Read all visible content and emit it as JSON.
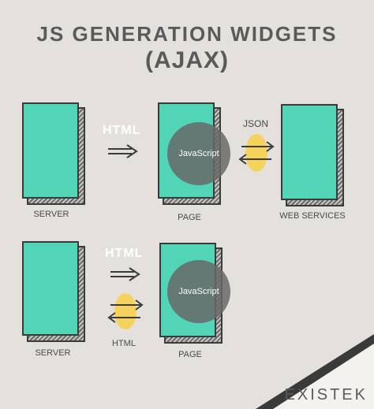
{
  "header": {
    "title": "JS GENERATION WIDGETS",
    "subtitle": "(AJAX)"
  },
  "top_row": {
    "server_label": "SERVER",
    "page_label": "PAGE",
    "web_services_label": "WEB SERVICES",
    "html_arrow_label": "HTML",
    "json_label": "JSON",
    "js_label": "JavaScript"
  },
  "bottom_row": {
    "server_label": "SERVER",
    "page_label": "PAGE",
    "html_top_label": "HTML",
    "html_bottom_label": "HTML",
    "js_label": "JavaScript"
  },
  "brand": {
    "name": "EXISTEK"
  },
  "colors": {
    "screen": "#52d5b6",
    "background": "#e4e1dc",
    "accent": "#f5d25c",
    "corner": "#3a3a3a"
  }
}
